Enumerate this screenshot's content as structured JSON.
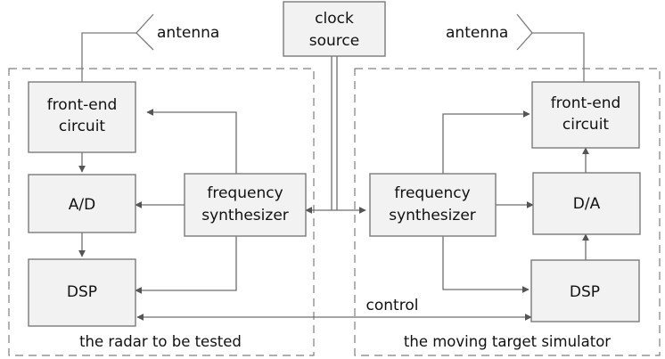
{
  "clock": {
    "line1": "clock",
    "line2": "source"
  },
  "radar": {
    "caption": "the radar to be tested",
    "antenna": "antenna",
    "frontend": {
      "line1": "front-end",
      "line2": "circuit"
    },
    "adc": "A/D",
    "dsp": "DSP",
    "synth": {
      "line1": "frequency",
      "line2": "synthesizer"
    }
  },
  "simulator": {
    "caption": "the moving target simulator",
    "antenna": "antenna",
    "frontend": {
      "line1": "front-end",
      "line2": "circuit"
    },
    "dac": "D/A",
    "dsp": "DSP",
    "synth": {
      "line1": "frequency",
      "line2": "synthesizer"
    }
  },
  "control_label": "control"
}
